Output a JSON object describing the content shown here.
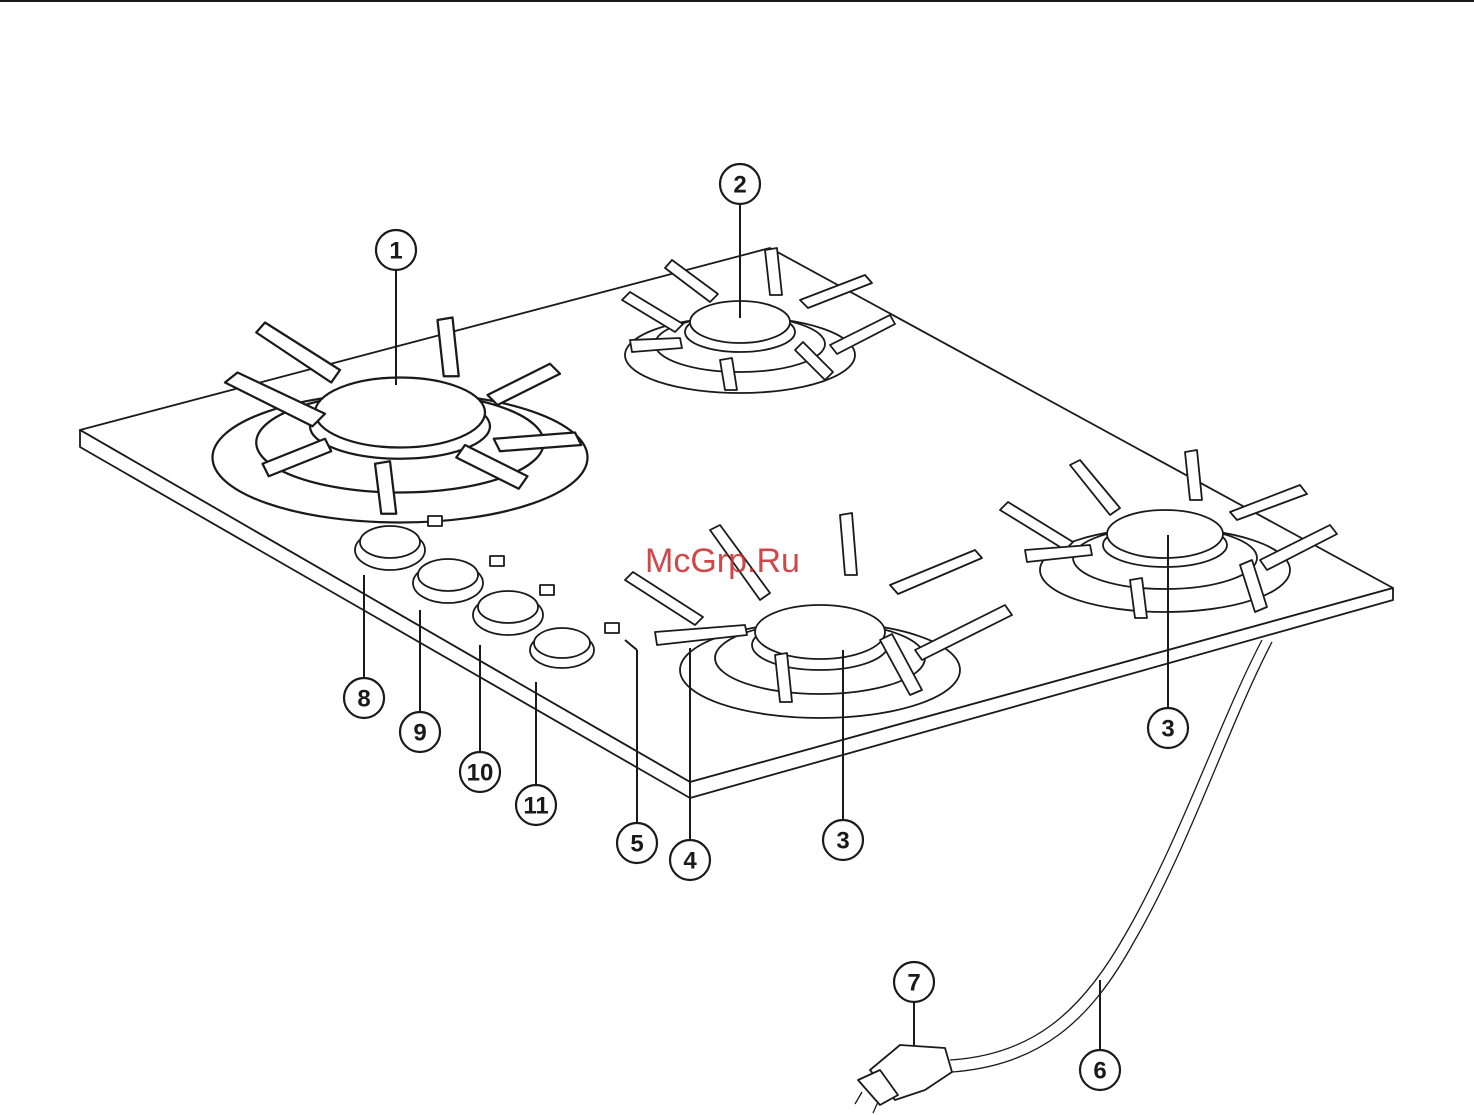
{
  "watermark": "McGrp.Ru",
  "callouts": [
    {
      "id": "burner-1",
      "label": "1"
    },
    {
      "id": "burner-2",
      "label": "2"
    },
    {
      "id": "burner-3-right",
      "label": "3"
    },
    {
      "id": "burner-3-front",
      "label": "3"
    },
    {
      "id": "part-4",
      "label": "4"
    },
    {
      "id": "part-5",
      "label": "5"
    },
    {
      "id": "cable-6",
      "label": "6"
    },
    {
      "id": "plug-7",
      "label": "7"
    },
    {
      "id": "knob-8",
      "label": "8"
    },
    {
      "id": "knob-9",
      "label": "9"
    },
    {
      "id": "knob-10",
      "label": "10"
    },
    {
      "id": "knob-11",
      "label": "11"
    }
  ]
}
